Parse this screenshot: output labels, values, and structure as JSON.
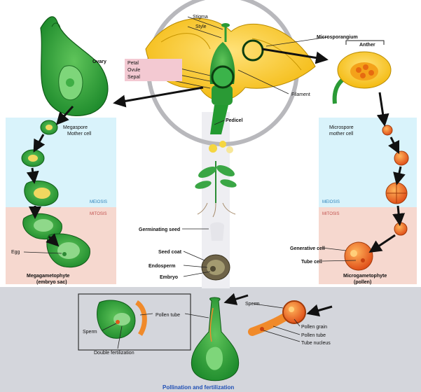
{
  "labels": {
    "stigma": "Stigma",
    "style": "Style",
    "petal": "Petal",
    "ovule": "Ovule",
    "sepal": "Sepal",
    "pedicel": "Pedicel",
    "filament": "Filament",
    "microsporangium": "Microsporangium",
    "anther": "Anther",
    "ovary": "Ovary",
    "megaspore_mother_cell_1": "Megaspore",
    "megaspore_mother_cell_2": "Mother cell",
    "microspore_mother_cell_1": "Microspore",
    "microspore_mother_cell_2": "mother cell",
    "meiosis": "MEIOSIS",
    "mitosis": "MITOSIS",
    "egg": "Egg",
    "megagametophyte_1": "Megagametophyte",
    "megagametophyte_2": "(embryo sac)",
    "microgametophyte_1": "Microgametophyte",
    "microgametophyte_2": "(pollen)",
    "generative_cell": "Generative cell",
    "tube_cell": "Tube cell",
    "germinating_seed": "Germinating seed",
    "seed_coat": "Seed coat",
    "endosperm": "Endosperm",
    "embryo": "Embryo",
    "sperm": "Sperm",
    "pollen_tube": "Pollen tube",
    "double_fertilization": "Double fertilization",
    "pollen_grain": "Pollen grain",
    "tube_nucleus": "Tube nucleus",
    "pollination_and_fertilization": "Pollination and fertilization"
  },
  "colors": {
    "meiosis_band": "#d9f3fb",
    "mitosis_band": "#f6d8cf",
    "bottom_band": "#d4d6dc",
    "plant_green": "#2a9a35",
    "petal_yellow": "#f2b400",
    "pollen_orange": "#e0501a"
  }
}
